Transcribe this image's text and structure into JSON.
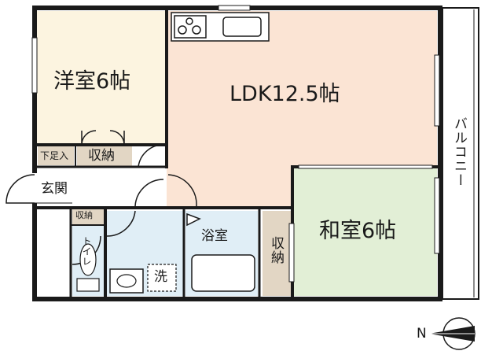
{
  "rooms": {
    "western": "洋室6帖",
    "ldk": "LDK12.5帖",
    "japanese": "和室6帖",
    "bath": "浴室",
    "entrance": "玄関",
    "shoe_box": "下足入",
    "closet_western": "収納",
    "closet_entrance": "収納",
    "closet_japanese": "収納",
    "toilet": "トイレ",
    "washer": "洗",
    "balcony": "バルコニー"
  },
  "compass": {
    "north": "N"
  },
  "colors": {
    "wall": "#1a1a1a",
    "western_floor": "#fcf4e0",
    "ldk_floor": "#fbe4d4",
    "japanese_floor": "#e2efd6",
    "wet_floor": "#e0eef6",
    "closet_floor": "#e2d6c4"
  }
}
